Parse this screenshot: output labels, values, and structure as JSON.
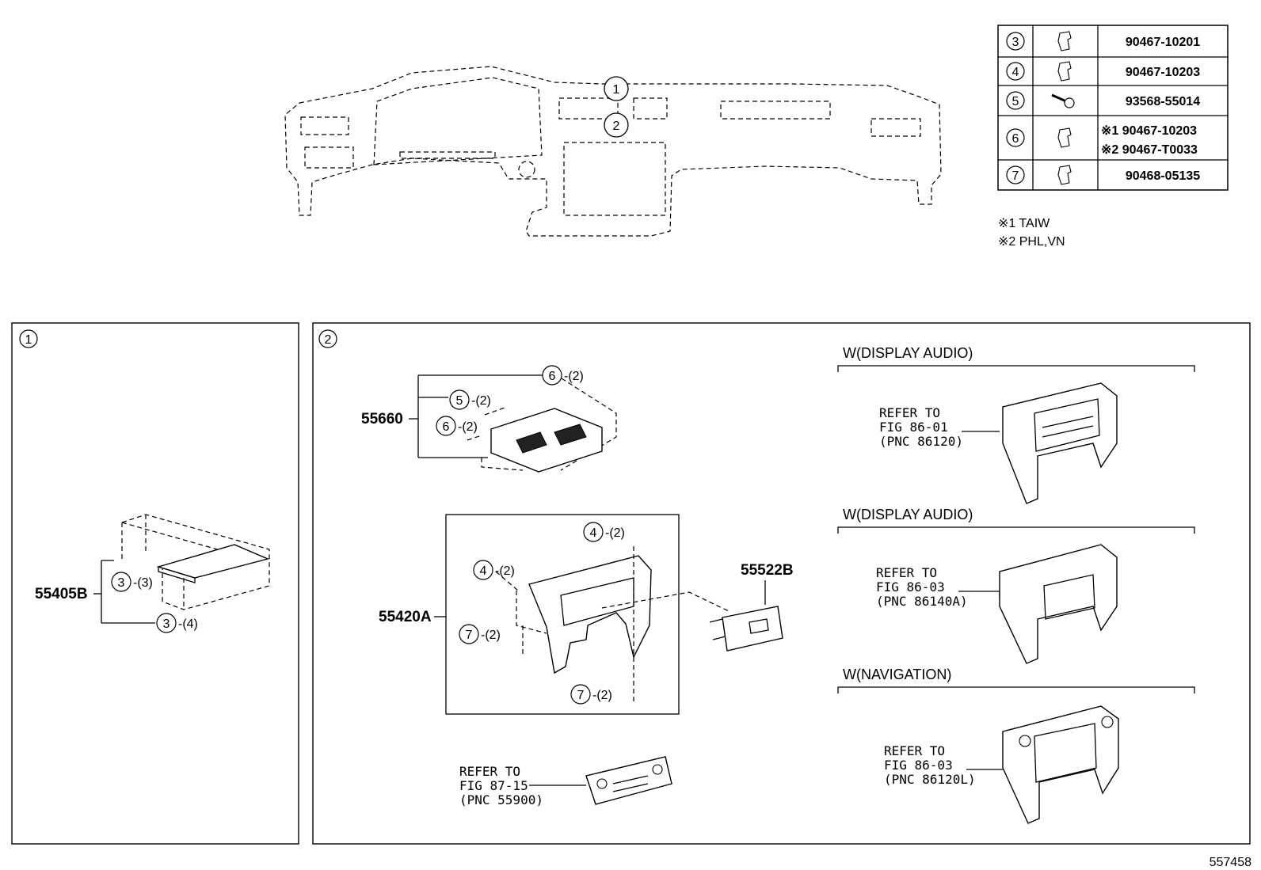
{
  "figure_number": "557458",
  "fastener_table": [
    {
      "ref": "3",
      "part": "90467-10201"
    },
    {
      "ref": "4",
      "part": "90467-10203"
    },
    {
      "ref": "5",
      "part": "93568-55014"
    },
    {
      "ref": "6",
      "part_a": "※1 90467-10203",
      "part_b": "※2 90467-T0033"
    },
    {
      "ref": "7",
      "part": "90468-05135"
    }
  ],
  "notes": [
    "※1 TAIW",
    "※2 PHL,VN"
  ],
  "overview_callouts": [
    "1",
    "2"
  ],
  "panel1": {
    "index": "1",
    "part": "55405B",
    "callouts": [
      {
        "ref": "3",
        "qty": "-(3)"
      },
      {
        "ref": "3",
        "qty": "-(4)"
      }
    ]
  },
  "panel2": {
    "index": "2",
    "vent": {
      "part": "55660",
      "callouts": [
        {
          "ref": "6",
          "qty": "-(2)"
        },
        {
          "ref": "5",
          "qty": "-(2)"
        },
        {
          "ref": "6",
          "qty": "-(2)"
        }
      ]
    },
    "bezel": {
      "part": "55420A",
      "callouts": [
        {
          "ref": "4",
          "qty": "-(2)"
        },
        {
          "ref": "4",
          "qty": "-(2)"
        },
        {
          "ref": "7",
          "qty": "-(2)"
        },
        {
          "ref": "7",
          "qty": "-(2)"
        }
      ]
    },
    "switch_part": "55522B",
    "climate_ref": [
      "REFER TO",
      "FIG 87-15",
      "(PNC 55900)"
    ],
    "variants": [
      {
        "title": "W(DISPLAY AUDIO)",
        "ref": [
          "REFER TO",
          "FIG 86-01",
          "(PNC 86120)"
        ]
      },
      {
        "title": "W(DISPLAY AUDIO)",
        "ref": [
          "REFER TO",
          "FIG 86-03",
          "(PNC 86140A)"
        ]
      },
      {
        "title": "W(NAVIGATION)",
        "ref": [
          "REFER TO",
          "FIG 86-03",
          "(PNC 86120L)"
        ]
      }
    ]
  }
}
